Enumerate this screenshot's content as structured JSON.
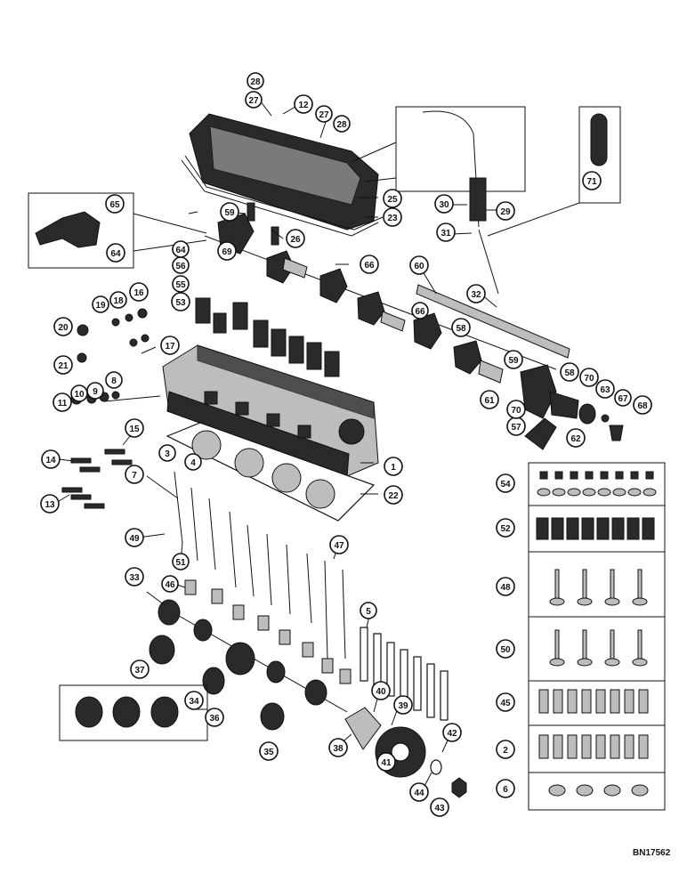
{
  "drawing_code": "BN17562",
  "callouts": [
    "1",
    "2",
    "3",
    "4",
    "5",
    "6",
    "7",
    "8",
    "9",
    "10",
    "11",
    "12",
    "13",
    "14",
    "15",
    "16",
    "17",
    "18",
    "19",
    "20",
    "21",
    "22",
    "23",
    "25",
    "26",
    "27",
    "27",
    "28",
    "28",
    "29",
    "30",
    "31",
    "32",
    "33",
    "34",
    "35",
    "36",
    "37",
    "38",
    "39",
    "40",
    "41",
    "42",
    "43",
    "44",
    "45",
    "46",
    "47",
    "48",
    "49",
    "50",
    "51",
    "52",
    "53",
    "54",
    "55",
    "56",
    "57",
    "58",
    "58",
    "59",
    "59",
    "60",
    "61",
    "62",
    "63",
    "64",
    "64",
    "65",
    "66",
    "66",
    "67",
    "68",
    "69",
    "70",
    "70",
    "71"
  ],
  "kit_panels": [
    "54",
    "52",
    "48",
    "50",
    "45",
    "2",
    "6"
  ]
}
